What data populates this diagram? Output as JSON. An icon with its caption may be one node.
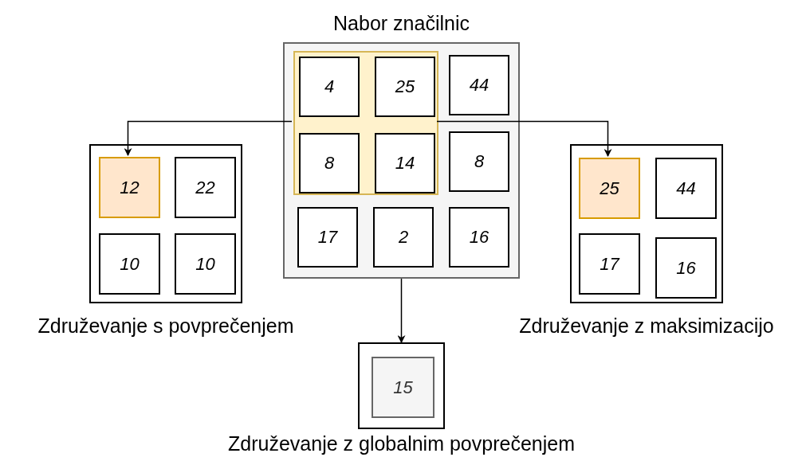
{
  "diagram": {
    "nodes": [
      {
        "text": [
          "Nabor značilnic"
        ]
      },
      {
        "text": [],
        "shape": "box",
        "in": 0
      },
      {
        "text": [
          "4"
        ],
        "in": 1
      },
      {
        "text": [
          "25"
        ],
        "in": 1
      },
      {
        "text": [
          "44"
        ],
        "in": 0
      },
      {
        "text": [
          "8"
        ],
        "in": 1
      },
      {
        "text": [
          "14"
        ],
        "in": 1
      },
      {
        "text": [
          "8"
        ],
        "in": 0
      },
      {
        "text": [
          "17"
        ],
        "in": 0
      },
      {
        "text": [
          "2"
        ],
        "in": 0
      },
      {
        "text": [
          "16"
        ],
        "in": 0
      },
      {
        "text": [
          "Združevanje s povprečenjem"
        ]
      },
      {
        "text": [
          "12"
        ],
        "in": 11
      },
      {
        "text": [
          "22"
        ],
        "in": 11
      },
      {
        "text": [
          "10"
        ],
        "in": 11
      },
      {
        "text": [
          "10"
        ],
        "in": 11
      },
      {
        "text": [
          "Združevanje z maksimizacijo"
        ]
      },
      {
        "text": [
          "25"
        ],
        "in": 16
      },
      {
        "text": [
          "44"
        ],
        "in": 16
      },
      {
        "text": [
          "17"
        ],
        "in": 16
      },
      {
        "text": [
          "16"
        ],
        "in": 16
      },
      {
        "text": [
          "Združevanje z globalnim povprečenjem"
        ]
      },
      {
        "text": [
          "15"
        ],
        "in": 21
      }
    ],
    "edges": [
      {
        "from": 1,
        "to": 12,
        "arrow": "to"
      },
      {
        "from": 1,
        "to": 17,
        "arrow": "to"
      },
      {
        "from": 0,
        "to": 21,
        "arrow": "to"
      }
    ]
  }
}
